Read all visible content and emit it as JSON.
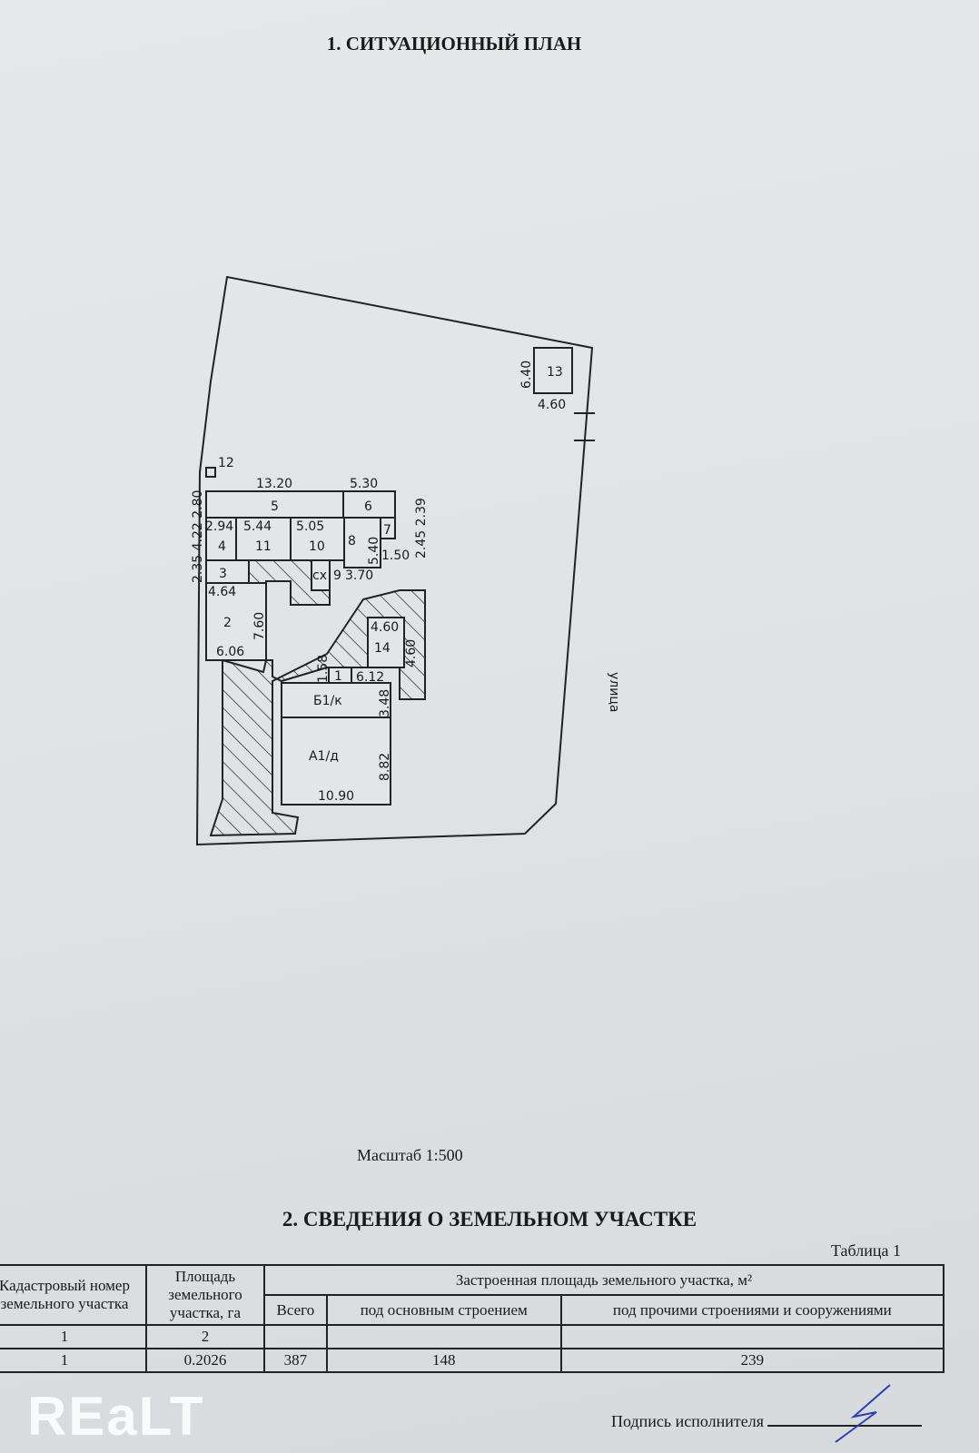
{
  "section1_title": "1. СИТУАЦИОННЫЙ ПЛАН",
  "plan": {
    "street_label": "улица",
    "rooms": {
      "r1": "1",
      "r2": "2",
      "r3": "3",
      "r4": "4",
      "r5": "5",
      "r6": "6",
      "r7": "7",
      "r8": "8",
      "r9": "9",
      "r10": "10",
      "r11": "11",
      "r12": "12",
      "r13": "13",
      "r14": "14",
      "cx": "сх",
      "b1": "Б1/к",
      "a1": "А1/д"
    },
    "dims": {
      "d1320": "13.20",
      "d530": "5.30",
      "d294": "2.94",
      "d544": "5.44",
      "d505": "5.05",
      "d540": "5.40",
      "d150": "1.50",
      "d370": "3.70",
      "d464": "4.64",
      "d760": "7.60",
      "d606": "6.06",
      "d460a": "4.60",
      "d460b": "4.60",
      "d158": "1.58",
      "d612": "6.12",
      "d348": "3.48",
      "d882": "8.82",
      "d1090": "10.90",
      "d640": "6.40",
      "d460c": "4.60",
      "left": "2.35 4.22 2.80",
      "right": "2.45 2.39"
    }
  },
  "scale": "Масштаб 1:500",
  "section2_title": "2. СВЕДЕНИЯ О ЗЕМЕЛЬНОМ УЧАСТКЕ",
  "table_caption": "Таблица 1",
  "table": {
    "h_cadastral": "Кадастровый номер земельного участка",
    "h_area": "Площадь земельного участка, га",
    "h_built": "Застроенная площадь земельного участка, м²",
    "h_total": "Всего",
    "h_main": "под основным строением",
    "h_other": "под прочими строениями и сооружениями",
    "n1": "1",
    "n2": "2",
    "cadastral": "1",
    "area": "0.2026",
    "total": "387",
    "main": "148",
    "other": "239"
  },
  "signature_label": "Подпись исполнителя",
  "watermark": "REaLT"
}
